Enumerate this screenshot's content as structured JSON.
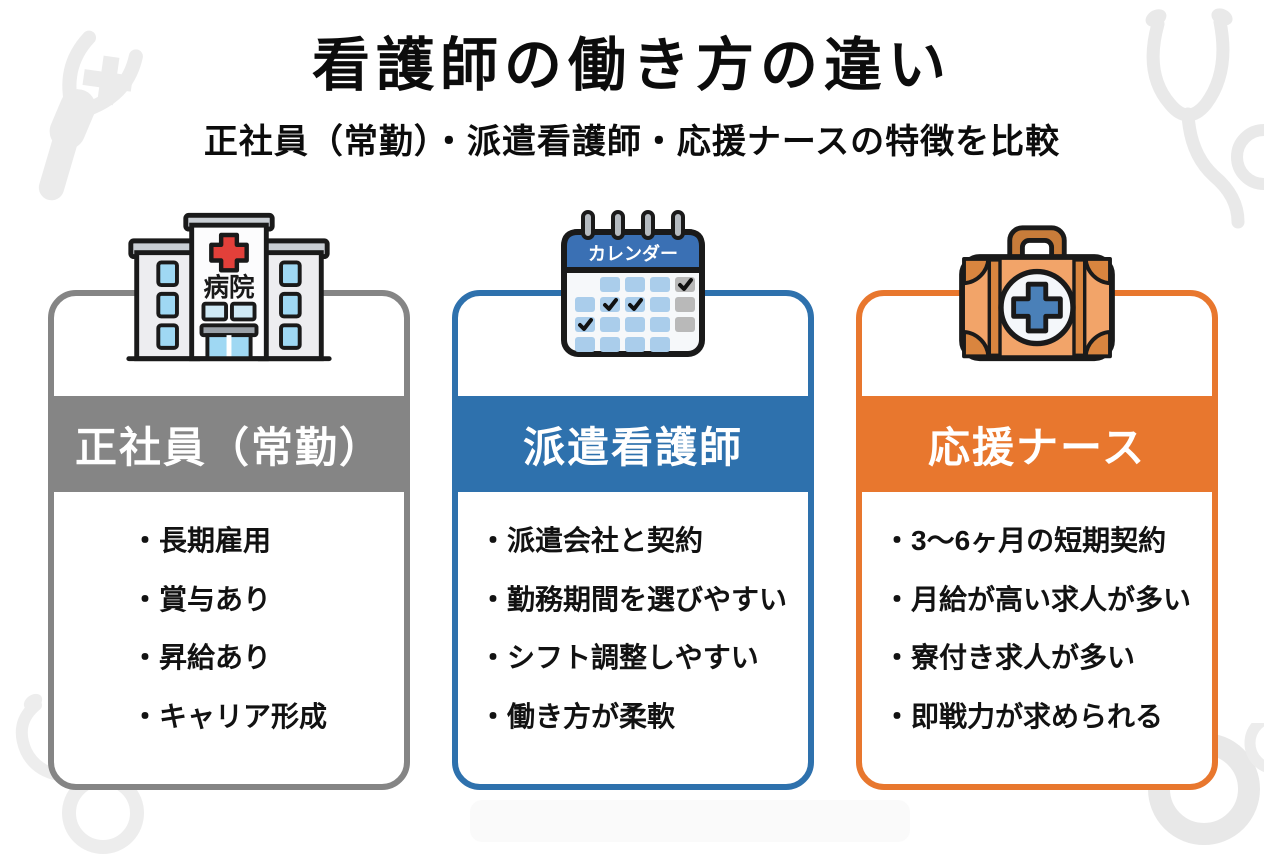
{
  "page": {
    "title": "看護師の働き方の違い",
    "subtitle": "正社員（常勤）・派遣看護師・応援ナースの特徴を比較"
  },
  "cards": [
    {
      "title": "正社員（常勤）",
      "icon": "hospital-icon",
      "accent": "#858585",
      "items": [
        "長期雇用",
        "賞与あり",
        "昇給あり",
        "キャリア形成"
      ]
    },
    {
      "title": "派遣看護師",
      "icon": "calendar-icon",
      "accent": "#2e71ad",
      "items": [
        "派遣会社と契約",
        "勤務期間を選びやすい",
        "シフト調整しやすい",
        "働き方が柔軟"
      ]
    },
    {
      "title": "応援ナース",
      "icon": "first-aid-suitcase-icon",
      "accent": "#e8772e",
      "items": [
        "3〜6ヶ月の短期契約",
        "月給が高い求人が多い",
        "寮付き求人が多い",
        "即戦力が求められる"
      ]
    }
  ],
  "icons": {
    "hospital_sign": "病院",
    "calendar_title": "カレンダー"
  },
  "colors": {
    "text": "#0c0c0c",
    "background": "#ffffff",
    "decoration_gray": "#ebebeb",
    "calendar_blue": "#3a70b4",
    "cell_blue": "#aacdeb",
    "cell_gray": "#b9b9b9",
    "hospital_red": "#e2403a",
    "suitcase_orange": "#f2a469",
    "cross_blue": "#4a80b8"
  }
}
